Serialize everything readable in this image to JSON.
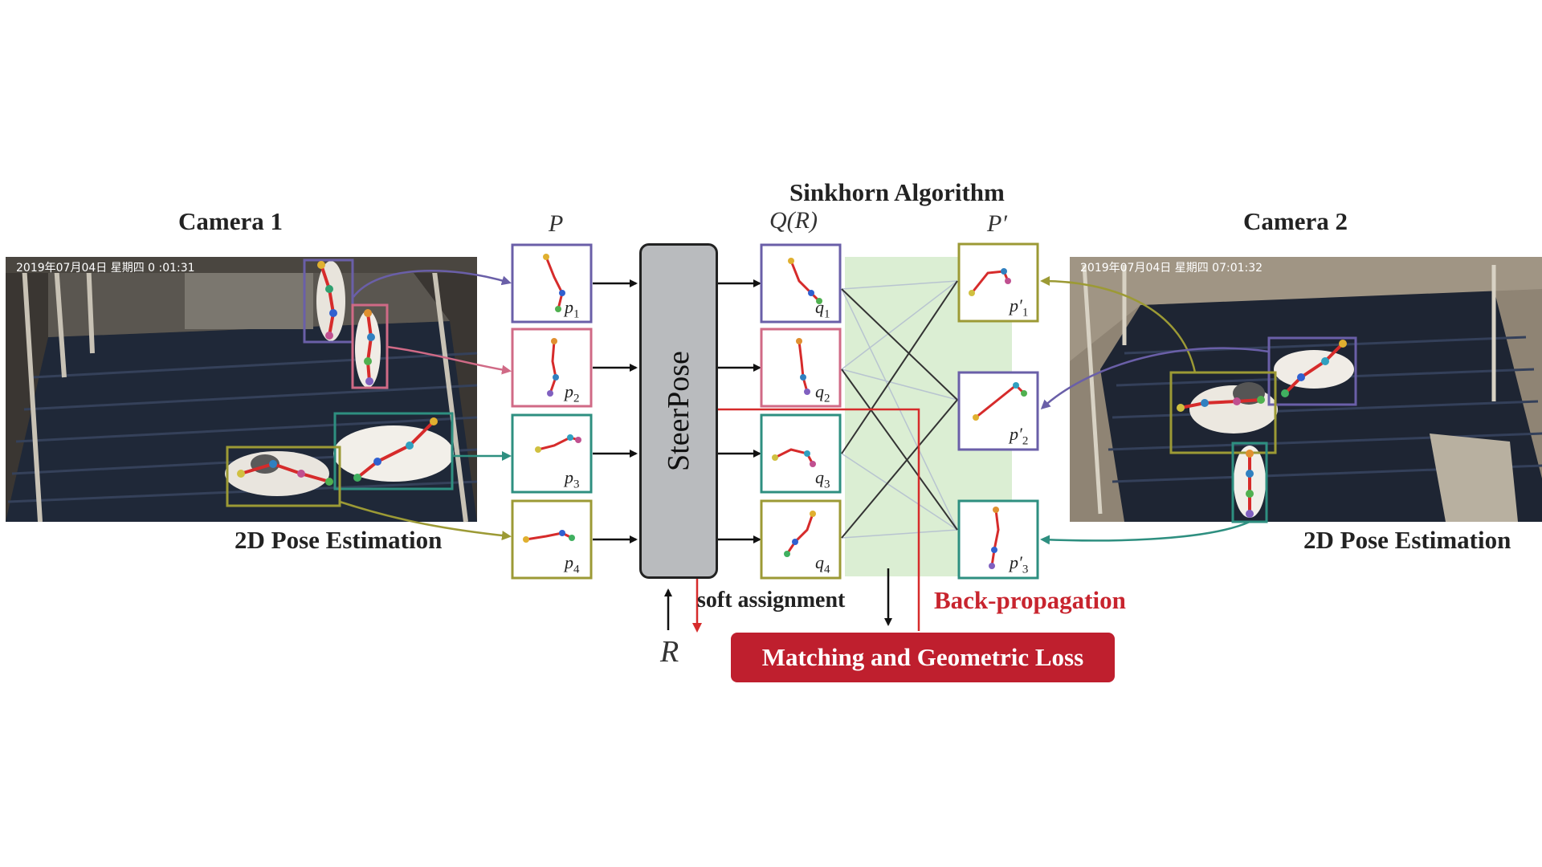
{
  "labels": {
    "camera1": "Camera 1",
    "camera2": "Camera 2",
    "pose_left": "2D Pose Estimation",
    "pose_right": "2D Pose Estimation",
    "sinkhorn": "Sinkhorn Algorithm",
    "steerpose": "SteerPose",
    "soft_assignment": "soft assignment",
    "back_propagation": "Back-propagation",
    "loss": "Matching and Geometric Loss",
    "R": "R"
  },
  "column_headers": {
    "P": "P",
    "Q": "Q(R)",
    "Pprime": "P′"
  },
  "camera1_overlay_text": "2019年07月04日 星期四 0 :01:31",
  "camera2_overlay_text": "2019年07月04日 星期四 07:01:32",
  "poses_P": [
    {
      "name": "p",
      "sub": "1"
    },
    {
      "name": "p",
      "sub": "2"
    },
    {
      "name": "p",
      "sub": "3"
    },
    {
      "name": "p",
      "sub": "4"
    }
  ],
  "poses_Q": [
    {
      "name": "q",
      "sub": "1"
    },
    {
      "name": "q",
      "sub": "2"
    },
    {
      "name": "q",
      "sub": "3"
    },
    {
      "name": "q",
      "sub": "4"
    }
  ],
  "poses_Pprime": [
    {
      "name": "p′",
      "sub": "1"
    },
    {
      "name": "p′",
      "sub": "2"
    },
    {
      "name": "p′",
      "sub": "3"
    }
  ],
  "colors": {
    "purple": "#6a5fa8",
    "pink": "#d06a86",
    "teal": "#2e8f80",
    "olive": "#9c9a35",
    "red": "#d62b2b",
    "sinkhorn_bg": "#dbeed3",
    "loss_bg": "#bf1f2e",
    "steerpose_bg": "#b9bbbe"
  }
}
